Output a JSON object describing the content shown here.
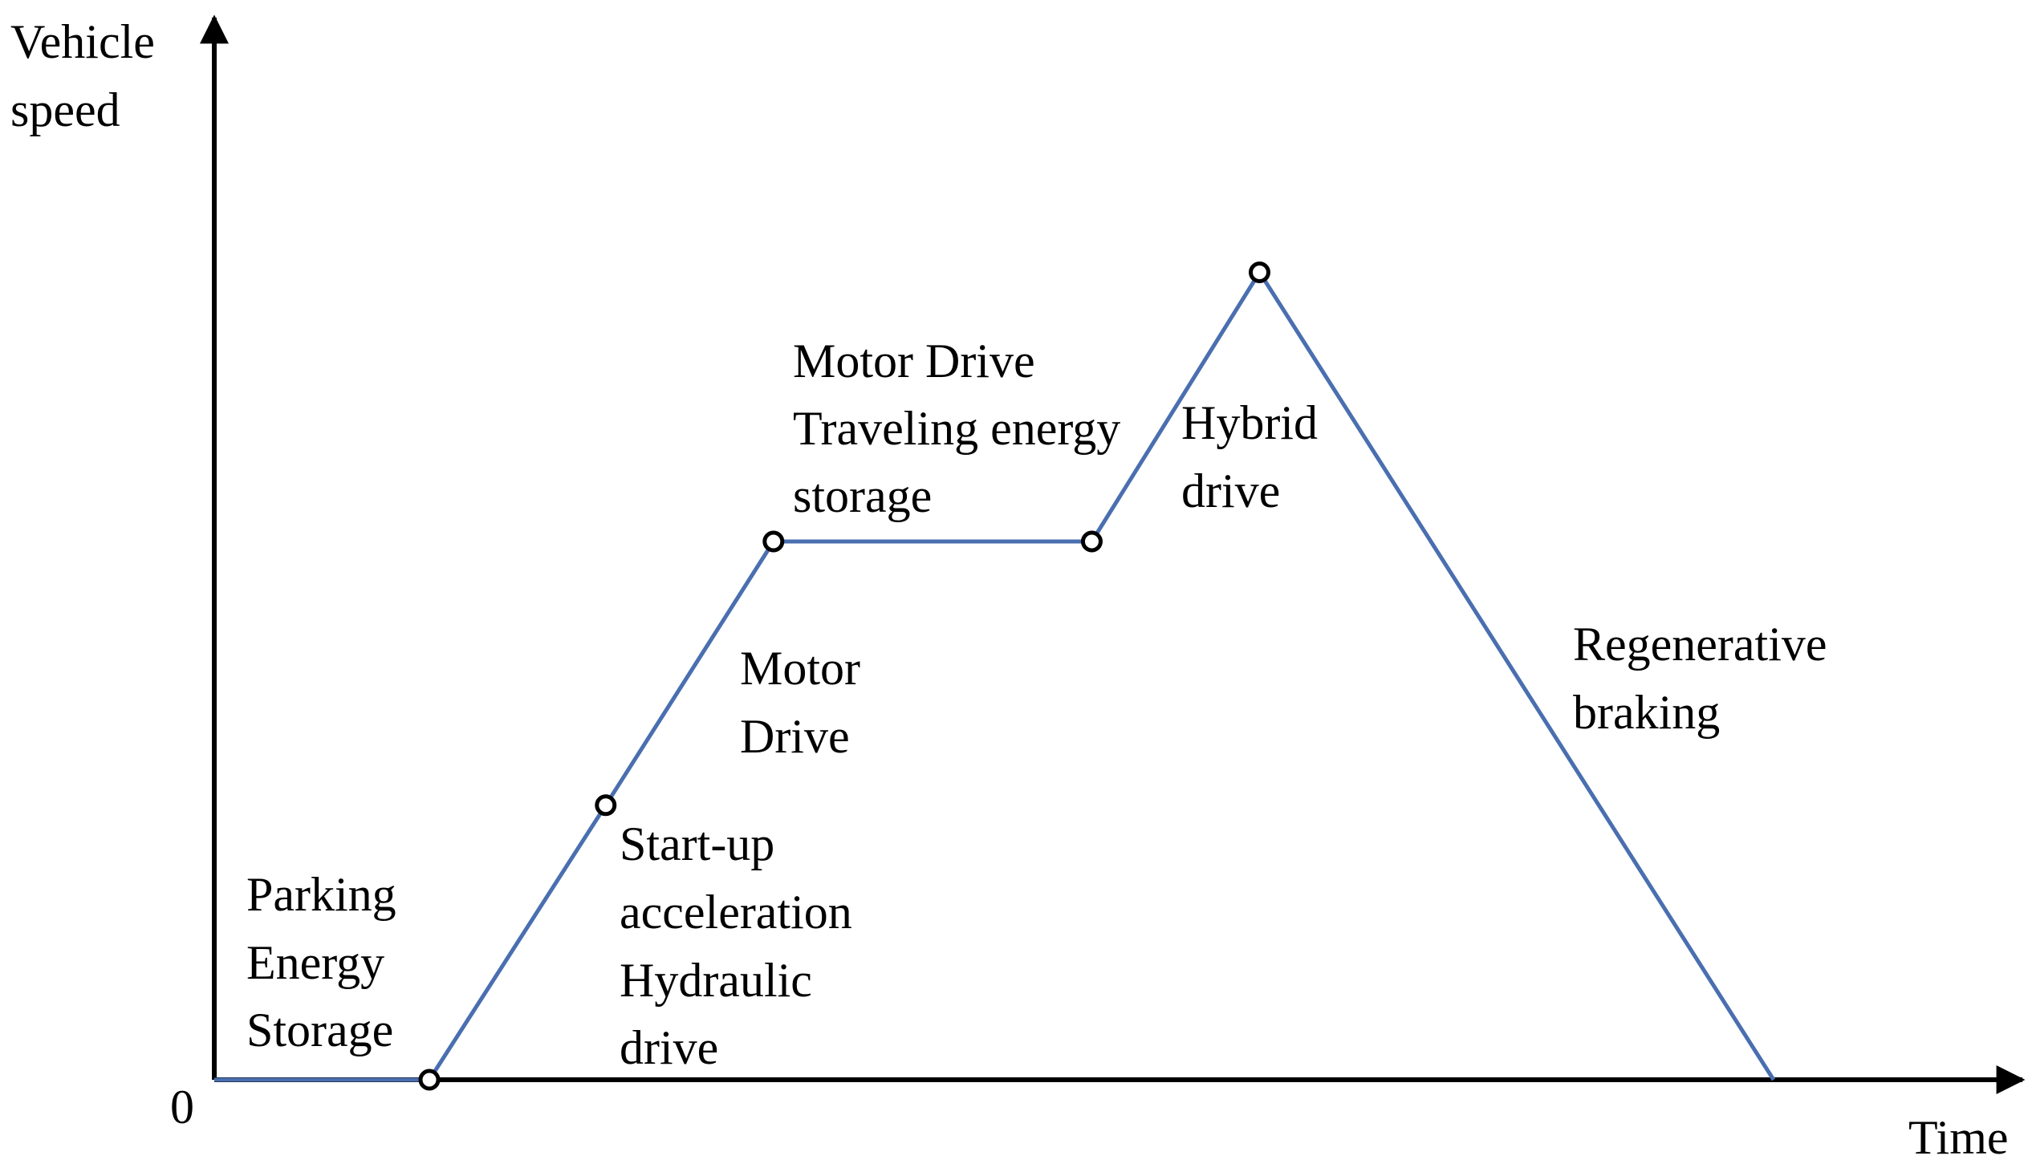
{
  "axes": {
    "y_label": [
      "Vehicle",
      "speed"
    ],
    "x_label": "Time",
    "origin_label": "0"
  },
  "profile": {
    "points": [
      {
        "t": 0,
        "v": 0
      },
      {
        "t": 1.0,
        "v": 0
      },
      {
        "t": 1.82,
        "v": 0.51
      },
      {
        "t": 2.6,
        "v": 1.0
      },
      {
        "t": 4.08,
        "v": 1.0
      },
      {
        "t": 4.86,
        "v": 1.5
      },
      {
        "t": 7.25,
        "v": 0
      }
    ],
    "marked_points": [
      1,
      2,
      3,
      4,
      5
    ]
  },
  "phases": [
    {
      "id": "parking",
      "lines": [
        "Parking",
        "Energy",
        "Storage"
      ]
    },
    {
      "id": "startup",
      "lines": [
        "Start-up",
        "acceleration",
        "Hydraulic",
        "drive"
      ]
    },
    {
      "id": "motor-drive",
      "lines": [
        "Motor",
        "Drive"
      ]
    },
    {
      "id": "cruise",
      "lines": [
        "Motor Drive",
        "Traveling energy",
        "storage"
      ]
    },
    {
      "id": "hybrid",
      "lines": [
        "Hybrid",
        "drive"
      ]
    },
    {
      "id": "regen",
      "lines": [
        "Regenerative",
        "braking"
      ]
    }
  ],
  "colors": {
    "curve": "#4a6fb0",
    "axis": "#000000",
    "marker_fill": "#ffffff",
    "marker_stroke": "#000000"
  }
}
